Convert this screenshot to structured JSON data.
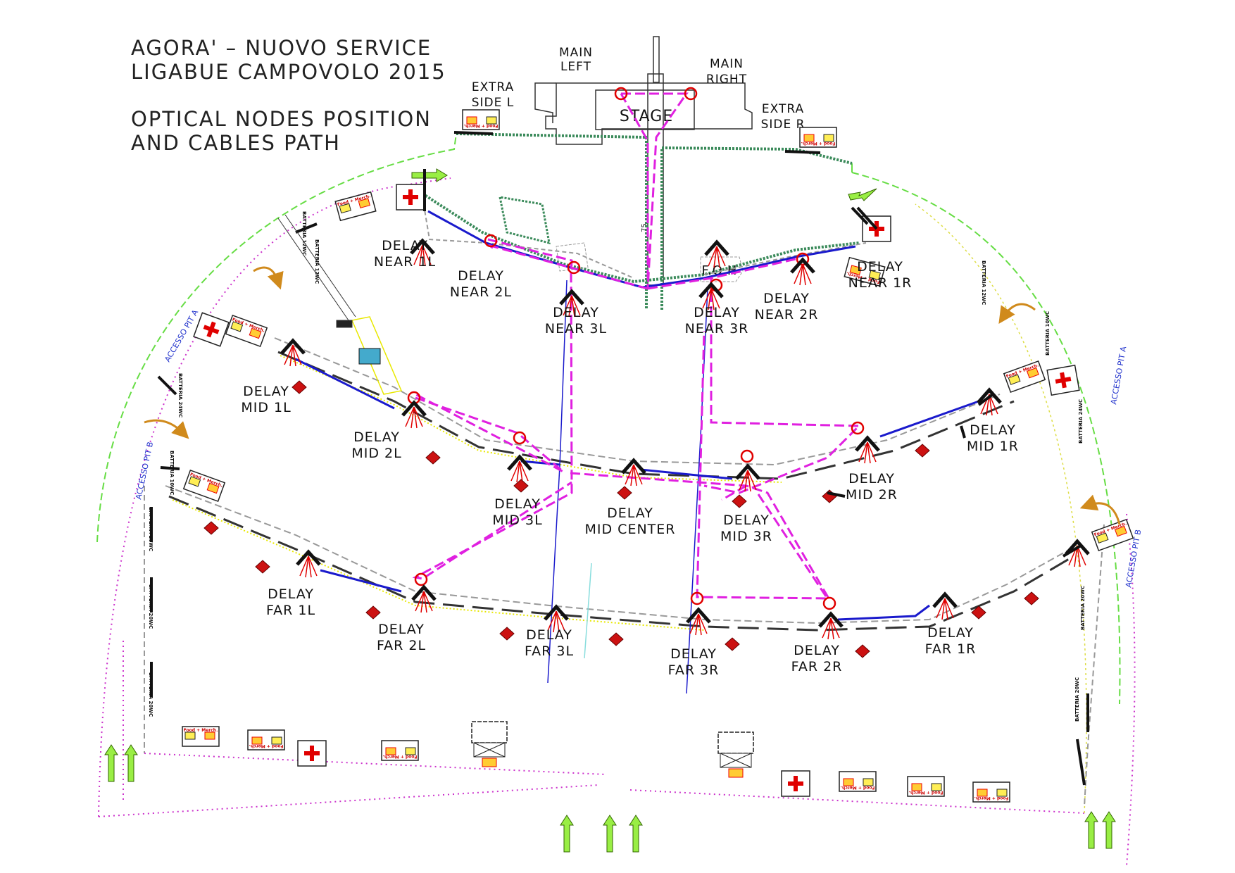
{
  "title": {
    "line1": "AGORA' – NUOVO SERVICE",
    "line2": "LIGABUE CAMPOVOLO 2015",
    "line3": "OPTICAL NODES POSITION",
    "line4": "AND CABLES PATH"
  },
  "stage": {
    "label": "STAGE",
    "main_left": [
      "MAIN",
      "LEFT"
    ],
    "main_right": [
      "MAIN",
      "RIGHT"
    ],
    "extra_left": [
      "EXTRA",
      "SIDE L"
    ],
    "extra_right": [
      "EXTRA",
      "SIDE R"
    ],
    "foh": "F.O.H",
    "ramp_number": "75"
  },
  "delays": [
    {
      "id": "near-1l",
      "lines": [
        "DELAY",
        "NEAR 1L"
      ]
    },
    {
      "id": "near-2l",
      "lines": [
        "DELAY",
        "NEAR 2L"
      ]
    },
    {
      "id": "near-3l",
      "lines": [
        "DELAY",
        "NEAR 3L"
      ]
    },
    {
      "id": "near-3r",
      "lines": [
        "DELAY",
        "NEAR 3R"
      ]
    },
    {
      "id": "near-2r",
      "lines": [
        "DELAY",
        "NEAR 2R"
      ]
    },
    {
      "id": "near-1r",
      "lines": [
        "DELAY",
        "NEAR 1R"
      ]
    },
    {
      "id": "mid-1l",
      "lines": [
        "DELAY",
        "MID 1L"
      ]
    },
    {
      "id": "mid-2l",
      "lines": [
        "DELAY",
        "MID 2L"
      ]
    },
    {
      "id": "mid-3l",
      "lines": [
        "DELAY",
        "MID 3L"
      ]
    },
    {
      "id": "mid-center",
      "lines": [
        "DELAY",
        "MID CENTER"
      ]
    },
    {
      "id": "mid-3r",
      "lines": [
        "DELAY",
        "MID 3R"
      ]
    },
    {
      "id": "mid-2r",
      "lines": [
        "DELAY",
        "MID 2R"
      ]
    },
    {
      "id": "mid-1r",
      "lines": [
        "DELAY",
        "MID 1R"
      ]
    },
    {
      "id": "far-1l",
      "lines": [
        "DELAY",
        "FAR 1L"
      ]
    },
    {
      "id": "far-2l",
      "lines": [
        "DELAY",
        "FAR 2L"
      ]
    },
    {
      "id": "far-3l",
      "lines": [
        "DELAY",
        "FAR 3L"
      ]
    },
    {
      "id": "far-3r",
      "lines": [
        "DELAY",
        "FAR 3R"
      ]
    },
    {
      "id": "far-2r",
      "lines": [
        "DELAY",
        "FAR 2R"
      ]
    },
    {
      "id": "far-1r",
      "lines": [
        "DELAY",
        "FAR 1R"
      ]
    }
  ],
  "access": {
    "pit_a": "ACCESSO PIT A",
    "pit_b": "ACCESSO PIT B"
  },
  "facilities": {
    "food": "Food + Merch.",
    "batteria_12": "BATTERIA 12WC",
    "batteria_10": "BATTERIA 10WC",
    "batteria_20": "BATTERIA 20WC",
    "batteria_24": "BATTERIA 24WC"
  },
  "colors": {
    "cable_magenta": "#e020e0",
    "node_red": "#e00000",
    "cable_blue": "#1a1acc",
    "boundary_green": "#66dd44",
    "boundary_magenta": "#cc33cc",
    "structure_green": "#3a8a5a"
  }
}
